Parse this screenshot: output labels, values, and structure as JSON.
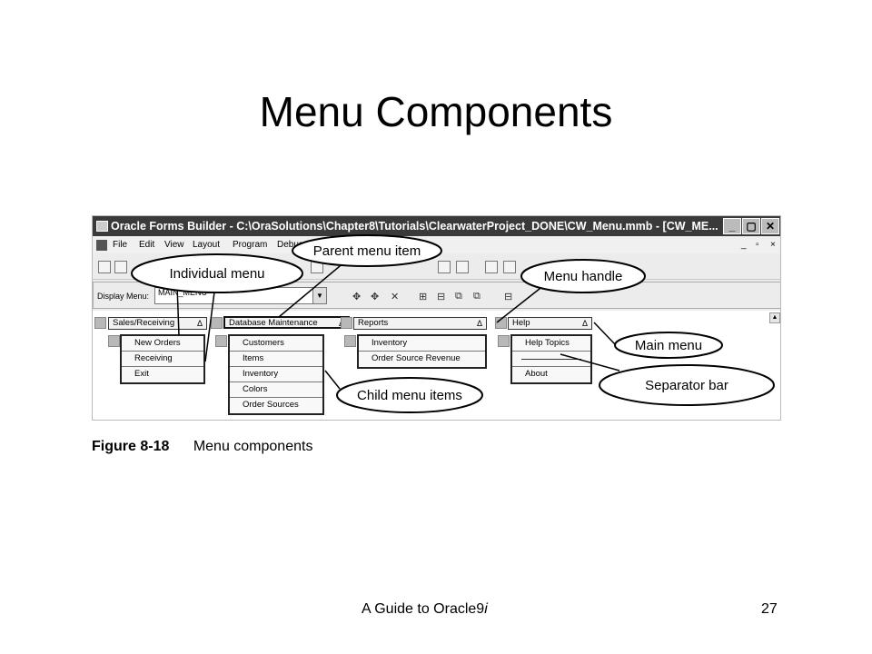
{
  "slide": {
    "title": "Menu Components",
    "figure_label": "Figure 8-18",
    "figure_caption": "Menu components",
    "footer_text_plain": "A Guide to Oracle9",
    "footer_text_italic": "i",
    "page_number": "27"
  },
  "window": {
    "title": "Oracle Forms Builder - C:\\OraSolutions\\Chapter8\\Tutorials\\ClearwaterProject_DONE\\CW_Menu.mmb - [CW_ME...",
    "min_label": "_",
    "max_label": "▢",
    "close_label": "✕"
  },
  "menubar": {
    "items": [
      "File",
      "Edit",
      "View",
      "Layout",
      "Program",
      "Debug"
    ],
    "right_controls": [
      "_",
      "▫",
      "×"
    ]
  },
  "display_menu": {
    "label": "Display Menu:",
    "value": "MAIN_MENU"
  },
  "main_menu": {
    "items": [
      {
        "label": "Sales/Receiving",
        "delta": "Δ"
      },
      {
        "label": "Database Maintenance",
        "delta": "Δ"
      },
      {
        "label": "Reports",
        "delta": "Δ"
      },
      {
        "label": "Help",
        "delta": "Δ"
      }
    ]
  },
  "child_menus": {
    "sales": [
      "New Orders",
      "Receiving",
      "Exit"
    ],
    "database": [
      "Customers",
      "Items",
      "Inventory",
      "Colors",
      "Order Sources"
    ],
    "reports": [
      "Inventory",
      "Order Source Revenue"
    ],
    "help_top": "Help Topics",
    "help_bottom": "About"
  },
  "callouts": {
    "parent_menu_item": "Parent menu item",
    "individual_menu": "Individual menu",
    "menu_handle": "Menu handle",
    "main_menu": "Main menu",
    "separator_bar": "Separator bar",
    "child_menu_items": "Child menu items"
  },
  "colors": {
    "titlebar": "#3a3a3a",
    "background": "#ffffff"
  }
}
